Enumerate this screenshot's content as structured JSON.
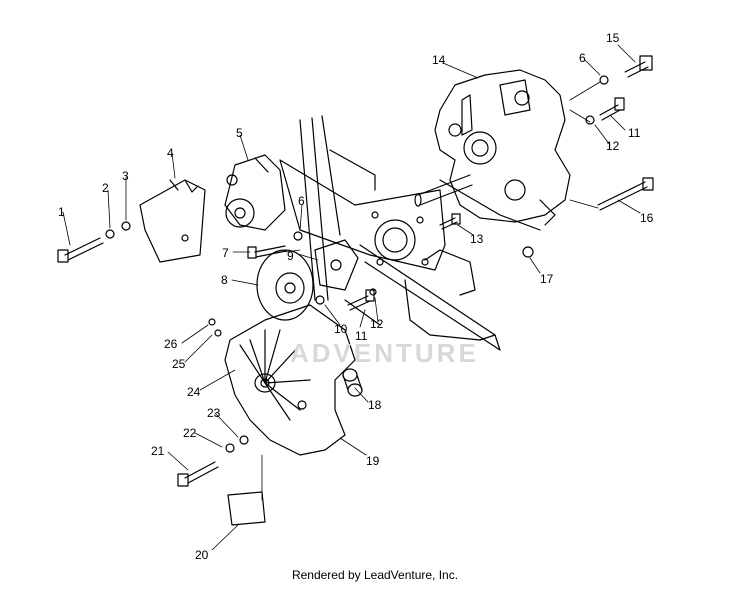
{
  "diagram": {
    "callouts": [
      "1",
      "2",
      "3",
      "4",
      "5",
      "6",
      "6",
      "7",
      "8",
      "9",
      "10",
      "11",
      "11",
      "12",
      "12",
      "13",
      "14",
      "15",
      "16",
      "17",
      "18",
      "19",
      "20",
      "21",
      "22",
      "23",
      "24",
      "25",
      "26"
    ]
  },
  "watermark": "ADVENTURE",
  "footer": "Rendered by LeadVenture, Inc.",
  "colors": {
    "line": "#000000",
    "background": "#ffffff",
    "watermark": "#d8d8d8"
  }
}
